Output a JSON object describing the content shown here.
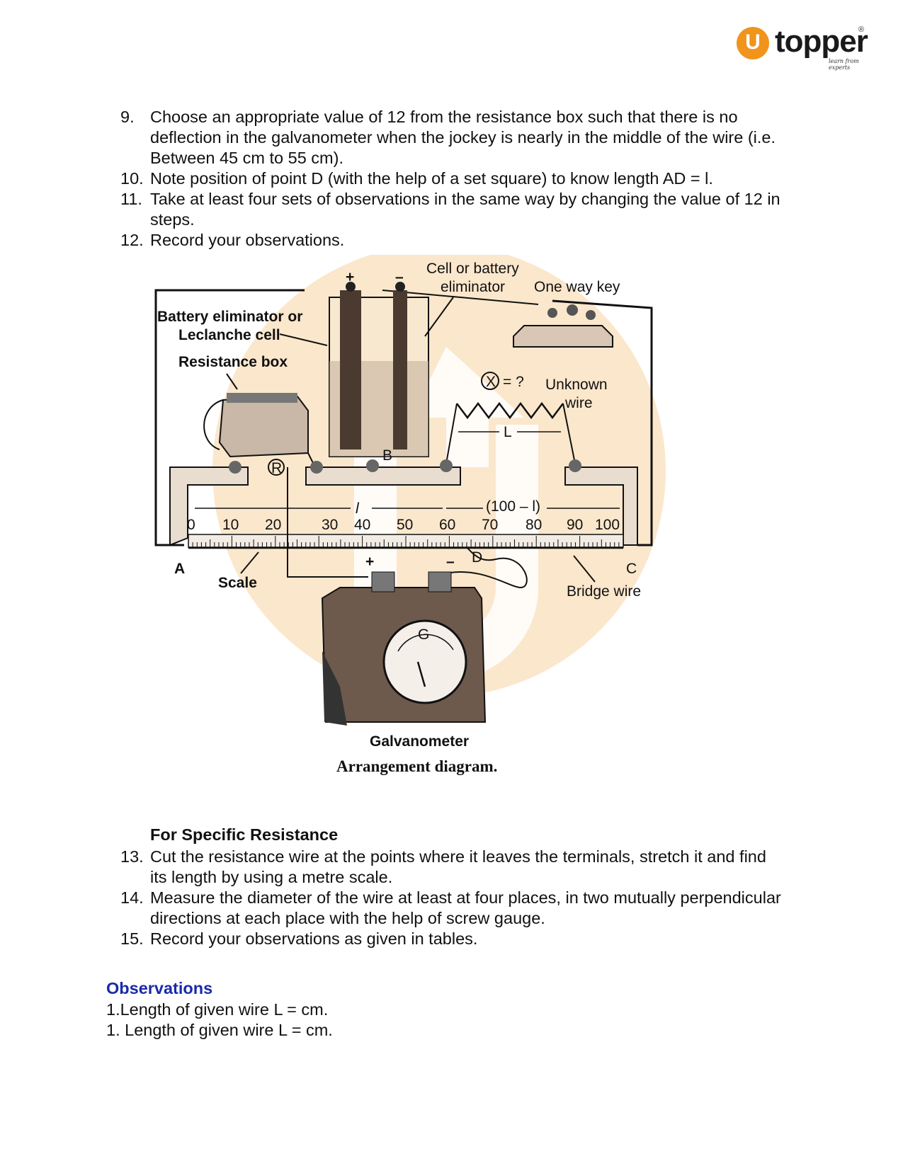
{
  "logo": {
    "word": "topper",
    "tagline": "learn from experts",
    "reg": "®",
    "mark": "U"
  },
  "steps_top": [
    {
      "num": "9.",
      "text": "Choose an appropriate value of 12 from the resistance box such that there is no deflection in the galvanometer when the jockey is nearly in the middle of the wire (i.e. Between 45 cm to 55 cm)."
    },
    {
      "num": "10.",
      "text": "Note position of point D (with the help of a set square) to know length AD = l."
    },
    {
      "num": "11.",
      "text": "Take at least four sets of observations in the same way by changing the value of 12 in steps."
    },
    {
      "num": "12.",
      "text": "Record your observations."
    }
  ],
  "diagram": {
    "labels": {
      "cell": "Cell or battery",
      "cell2": "eliminator",
      "key": "One way key",
      "battery1": "Battery eliminator or",
      "battery2": "Leclanche cell",
      "resbox": "Resistance box",
      "unknown": "Unknown",
      "wire": "wire",
      "x_eq": "= ?",
      "x_sym": "X",
      "L": "L",
      "R": "R",
      "B": "B",
      "l": "l",
      "rest": "(100 – l)",
      "A": "A",
      "C": "C",
      "D": "D",
      "G": "G",
      "scale": "Scale",
      "bridge": "Bridge wire",
      "galvo": "Galvanometer",
      "plus1": "+",
      "minus1": "–",
      "plus2": "+",
      "minus2": "–",
      "caption": "Arrangement diagram."
    },
    "ticks": [
      "0",
      "10",
      "20",
      "30",
      "40",
      "50",
      "60",
      "70",
      "80",
      "90",
      "100"
    ]
  },
  "section_heading": "For Specific Resistance",
  "steps_bottom": [
    {
      "num": "13.",
      "text": "Cut the resistance wire at the points where it leaves the terminals, stretch it and find its length by using a metre scale."
    },
    {
      "num": "14.",
      "text": "Measure the diameter of the wire at least at four places, in two mutually perpendicular directions at each place with the help of screw gauge."
    },
    {
      "num": "15.",
      "text": "Record your observations as given in tables."
    }
  ],
  "observations": {
    "heading": "Observations",
    "lines": [
      "1.Length of given wire L = cm.",
      "1. Length of given wire L = cm."
    ]
  }
}
